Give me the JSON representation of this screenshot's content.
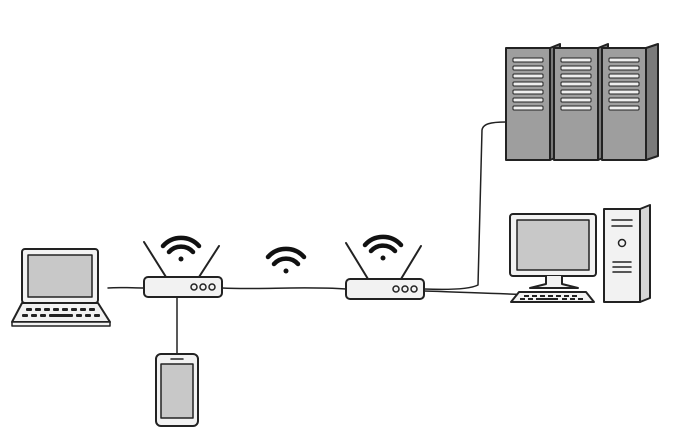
{
  "colors": {
    "ink": "#222222",
    "background": "#ffffff",
    "device_body": "#f2f2f2",
    "screen": "#c8c8c8",
    "server_front": "#9e9e9e",
    "server_side": "#7a7a7a",
    "server_slot": "#eeeeee"
  },
  "nodes": [
    {
      "id": "laptop",
      "icon": "laptop-icon"
    },
    {
      "id": "smartphone",
      "icon": "smartphone-icon"
    },
    {
      "id": "router-left",
      "icon": "wifi-router-icon"
    },
    {
      "id": "router-right",
      "icon": "wifi-router-icon"
    },
    {
      "id": "server-rack",
      "icon": "server-rack-icon"
    },
    {
      "id": "desktop-computer",
      "icon": "desktop-computer-icon"
    }
  ],
  "links": [
    {
      "from": "laptop",
      "to": "router-left",
      "kind": "wired"
    },
    {
      "from": "router-left",
      "to": "smartphone",
      "kind": "wired"
    },
    {
      "from": "router-left",
      "to": "router-right",
      "kind": "wired"
    },
    {
      "from": "router-right",
      "to": "server-rack",
      "kind": "wired"
    },
    {
      "from": "router-right",
      "to": "desktop-computer",
      "kind": "wired"
    }
  ],
  "signals": [
    "router-left-wifi",
    "link-wifi",
    "router-right-wifi"
  ]
}
